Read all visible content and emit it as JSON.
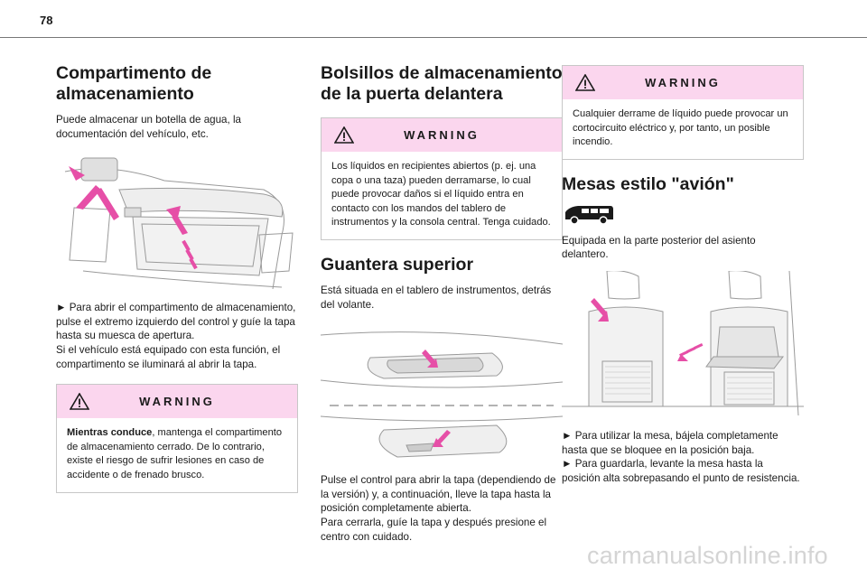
{
  "page": {
    "number": "78"
  },
  "col1": {
    "title": "Compartimento de almacenamiento",
    "intro": "Puede almacenar un botella de agua, la documentación del vehículo, etc.",
    "instructions": [
      "► Para abrir el compartimento de almacenamiento, pulse el extremo izquierdo del control y guíe la tapa hasta su muesca de apertura.",
      "Si el vehículo está equipado con esta función, el compartimento se iluminará al abrir la tapa."
    ],
    "warning": {
      "title": "WARNING",
      "bold_lead": "Mientras conduce",
      "text": ", mantenga el compartimento de almacenamiento cerrado. De lo contrario, existe el riesgo de sufrir lesiones en caso de accidente o de frenado brusco."
    }
  },
  "col2": {
    "title": "Bolsillos de almacenamiento de la puerta delantera",
    "warning": {
      "title": "WARNING",
      "text": "Los líquidos en recipientes abiertos (p. ej. una copa o una taza) pueden derramarse, lo cual puede provocar daños si el líquido entra en contacto con los mandos del tablero de instrumentos y la consola central. Tenga cuidado."
    },
    "section2_title": "Guantera superior",
    "section2_intro": "Está situada en el tablero de instrumentos, detrás del volante.",
    "instructions": [
      "Pulse el control para abrir la tapa (dependiendo de la versión) y, a continuación, lleve la tapa hasta la posición completamente abierta.",
      "Para cerrarla, guíe la tapa y después presione el centro con cuidado."
    ]
  },
  "col3": {
    "warning": {
      "title": "WARNING",
      "text": "Cualquier derrame de líquido puede provocar un cortocircuito eléctrico y, por tanto, un posible incendio."
    },
    "title": "Mesas estilo \"avión\"",
    "intro": "Equipada en la parte posterior del asiento delantero.",
    "instructions": [
      "► Para utilizar la mesa, bájela completamente hasta que se bloquee en la posición baja.",
      "► Para guardarla, levante la mesa hasta la posición alta sobrepasando el punto de resistencia."
    ]
  },
  "footer": {
    "watermark": "carmanualsonline.info"
  },
  "colors": {
    "warning_bg": "#fbd6ee",
    "arrow": "#e64fa7"
  }
}
